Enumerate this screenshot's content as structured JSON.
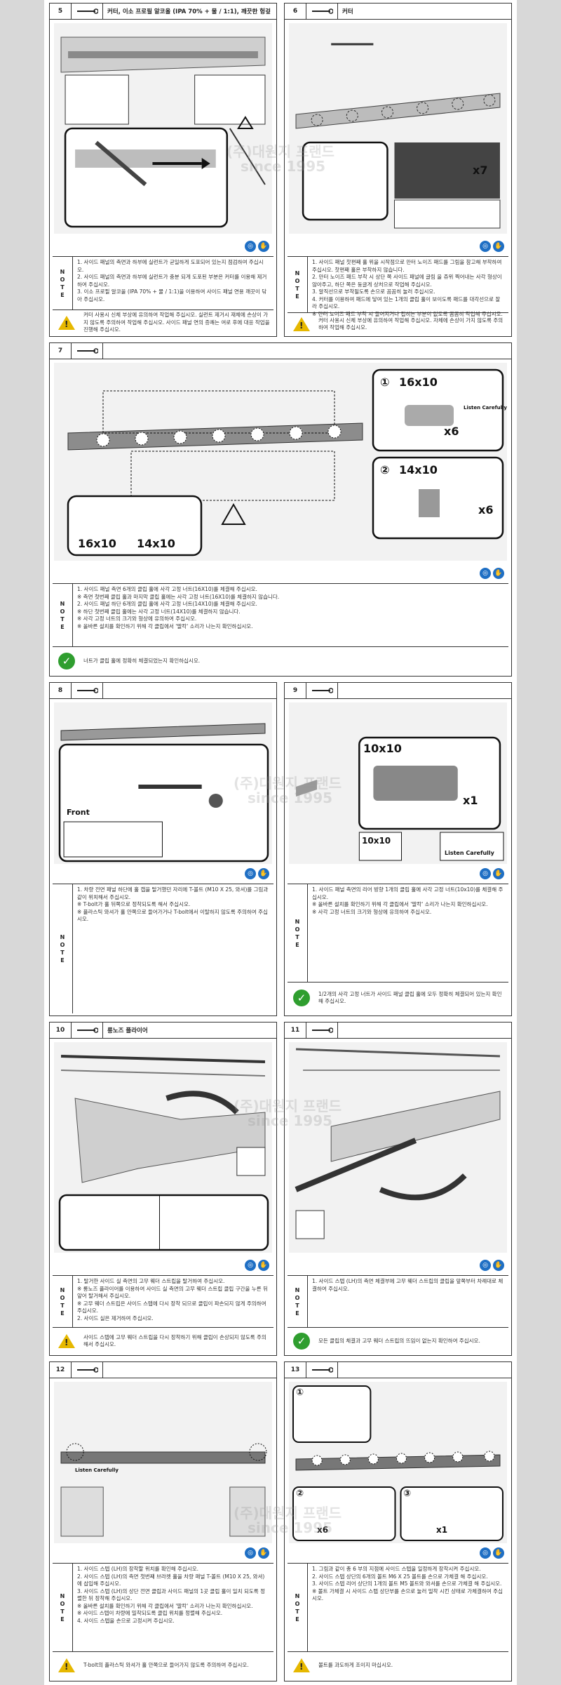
{
  "watermark": {
    "line1": "(주)대원지 프랜드",
    "line2": "since 1995"
  },
  "ppe_icons": [
    "glasses-icon",
    "gloves-icon"
  ],
  "steps": [
    {
      "num": "5",
      "title": "커터, 이소 프로필 알코올 (IPA 70% + 물 / 1:1), 깨끗한 헝겊",
      "notes": [
        "1. 사이드 패널의 측면과 하부에 실런트가 균일하게 도포되어 있는지 점검하여 주십시오.",
        "2. 사이드 패널의 측면과 하부에 실런트가 충분 되게 도포된 부분은 커터를 이용해 제거하여 주십시오.",
        "3. 이소 프로필 알코올 (IPA 70% + 물 / 1:1)을 이용하여 사이드 패널 연용 깨끗이 닦아 주십시오."
      ],
      "warning": "커터 사용시 신체 부상에 유의하여 작업해 주십시오. 실런트 제거시 재체에 손상이 가지 않도록 주의하여 작업해 주십시오. 사이드 패널 연의 증쾌는 여로 후에 대응 작업을 진행해 주십시오."
    },
    {
      "num": "6",
      "title": "커터",
      "callout": "x7",
      "notes": [
        "1. 사이드 패널 찻편째 홀 위을 시작점으로 만터 노이즈 패드를 그림을 참고해 부착하여 주십시오. 찻편째 홀은 부착하지 않습니다.",
        "2. 만터 노이즈 패드 부착 시 상단 쪽 사이드 패널에 글림 을 쥬위 찍어내는 사각 형상이 않아주고, 하단 쪽은 둥글게 상처으로 작업해 주십시오.",
        "3. 알직선으로 부착될도록 손으로 꼼꼼히 눌러 주십시오.",
        "4. 커터를 이용하여 패드에 닿여 있는 1개의 클립 홀이 보이도록 패드를 대각선으로 잘라 주십시오.",
        "※ 만터 노이즈 패드 부착 시 들어지거나 접히는 부분이 없도록 꼼꼼히 작업해 주십시오."
      ],
      "warning": "커터 사용시 신체 부상에 유의하여 작업해 주십시오. 자체에 손상이 가지 않도록 주의하여 작업해 주십시오."
    },
    {
      "num": "7",
      "title": "",
      "callouts": {
        "a_size": "16x10",
        "a_qty": "x6",
        "b_size": "14x10",
        "b_qty": "x6",
        "lbl1": "16x10",
        "lbl2": "14x10",
        "c1": "①",
        "c2": "②",
        "listen": "Listen Carefully"
      },
      "notes": [
        "1. 사이드 패널 측면 6개의 클립 홀에 사각 고정 너트(16X10)를 체결해 주십시오.",
        "※ 측면 첫번째 클립 홀과 마지막 클립 홀에는 사각 고정 너트(16X10)를 체결하지 않습니다.",
        "2. 사이드 패널 하단 6개의 클립 홀에 사각 고정 너트(14X10)를 체결해 주십시오.",
        "※ 하단 첫번째 클립 홀에는 사각 고정 너트(14X10)를 체결하지 않습니다.",
        "※ 사각 고정 너트의 크기와 형상에 유의하여 주십시오.",
        "※ 올바른 설치를 확인하기 위해 각 클립에서 '딸칵' 소리가 나는지 확인하십시오."
      ],
      "ok": "너트가 클립 홀에 정확히 체결되었는지 확인하십시오."
    },
    {
      "num": "8",
      "title": "",
      "front": "Front",
      "notes": [
        "1. 차량 전면 패널 하단에 홀 캡을 탈거했던 자리에 T-볼트 (M10 X 25, 와셔)를 그림과 같이 위치해서 주십시오.",
        "※ T-bolt가 홀 뒤쪽으로 정착되도록 해서 주십시오.",
        "※ 플라스틱 와셔가 홀 안쪽으로 들어가거나 T-bolt에서 이탈하지 않도록 주의하여 주십시오."
      ]
    },
    {
      "num": "9",
      "title": "",
      "callouts": {
        "size": "10x10",
        "qty": "x1",
        "lbl": "10x10",
        "listen": "Listen Carefully"
      },
      "notes": [
        "1. 사이드 패널 측면의 리어 방향 1개의 클립 홀에 사각 고정 너트(10x10)를 체결해 주십시오.",
        "※ 올바른 설치를 확인하기 위해 각 클립에서 '딸칵' 소리가 나는지 확인하십시오.",
        "※ 사각 고정 너트의 크기와 형상에 유의하여 주십시오."
      ],
      "ok": "1/2개의 사각 고정 너트가 사이드 패널 클립 홀에 모두 정확히 체결되어 있는지 확인해 주십시오."
    },
    {
      "num": "10",
      "title": "롱노즈 플라이어",
      "notes": [
        "1. 탈거한 사이드 실 측면의 고무 웨더 스트립을 탈거하여 주십시오.",
        "※ 롱노즈 플라이어를 이용하여 사이드 실 측면의 고무 웨더 스트립 클립 구간을 누른 뒤 앞어 탈거해서 주십시오.",
        "※ 고무 웨더 스트립은 사이드 스텝에 다시 장착 되므로 클립이 파손되지 않게 주의하여주십시오.",
        "2. 사이드 실은 제거하여 주십시오."
      ],
      "warning": "사이드 스텝에 고무 웨더 스트립을 다시 장착하기 위해 클립이 손상되지 않도록 주의해서 주십시오."
    },
    {
      "num": "11",
      "title": "",
      "notes": [
        "1. 사이드 스텝 (LH)의 측면 체결부에 고무 웨더 스트립의 클립을 앞쪽부터 차례대로 체결하여 주십시오."
      ],
      "ok": "모든 클립의 체결과 고무 웨더 스트립의 뜨임이 없는지 확인하여 주십시오."
    },
    {
      "num": "12",
      "title": "",
      "listen": "Listen Carefully",
      "notes": [
        "1. 사이드 스텝 (LH)의 장착할 위치를 확인해 주십시오.",
        "2. 사이드 스텝 (LH)의 측면 첫번째 브라켓 홀을 차량 패널 T-볼트 (M10 X 25, 와셔)에 삽입해 주십시오.",
        "3. 사이드 스텝 (LH)의 상단 전면 클립과 사이드 패널의 1곳 클립 홀이 일치 되도록 정렬한 뒤 장착해 주십시오.",
        "※ 올바른 설치를 확인하기 위해 각 클립에서 '딸칵' 소리가 나는지 확인하십시오.",
        "※ 사이드 스텝이 차량에 밀착되도록 클립 위치를 정렬해 주십시오.",
        "4. 사이드 스텝을 손으로 고정시켜 주십시오."
      ],
      "warning": "T-bolt의 플라스틱 와셔가 홀 안쪽으로 들어가지 않도록 주의하여 주십시오."
    },
    {
      "num": "13",
      "title": "",
      "callouts": {
        "c1": "①",
        "c2": "②",
        "c3": "③",
        "q1": "x6",
        "q2": "x1"
      },
      "notes": [
        "1. 그림과 같이 총 6 부의 지점에 사이드 스텝을 일정하게 장착시켜 주십시오.",
        "2. 사이드 스텝 상단의 6개의 볼트 M6 X 25 볼트를 손으로 가체결 해 주십시오.",
        "3. 사이드 스텝 리어 상단의 1개의 볼트 M5 볼트와 와셔를 손으로 가체결 해 주십시오.",
        "※ 볼트 가체결 시 사이드 스텝 상단부를 손으로 눌러 밀착 시킨 상태로 가체결하여 주십시오."
      ],
      "warning": "볼트를 과도하게 조이지 마십시오."
    }
  ]
}
